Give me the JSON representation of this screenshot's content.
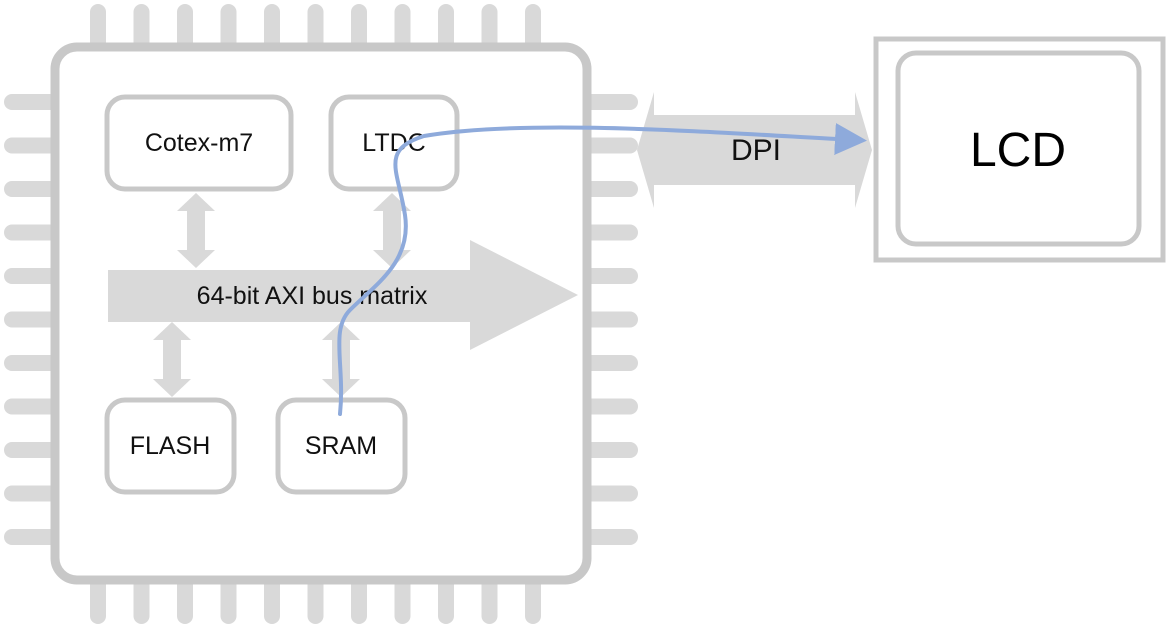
{
  "chip": {
    "blocks": {
      "cpu": "Cotex-m7",
      "ltdc": "LTDC",
      "flash": "FLASH",
      "sram": "SRAM"
    },
    "bus_label": "64-bit AXI bus matrix"
  },
  "interface_label": "DPI",
  "display_label": "LCD",
  "colors": {
    "outline": "#c8c8c8",
    "fill": "#d9d9d9",
    "path": "#8eaadb"
  }
}
